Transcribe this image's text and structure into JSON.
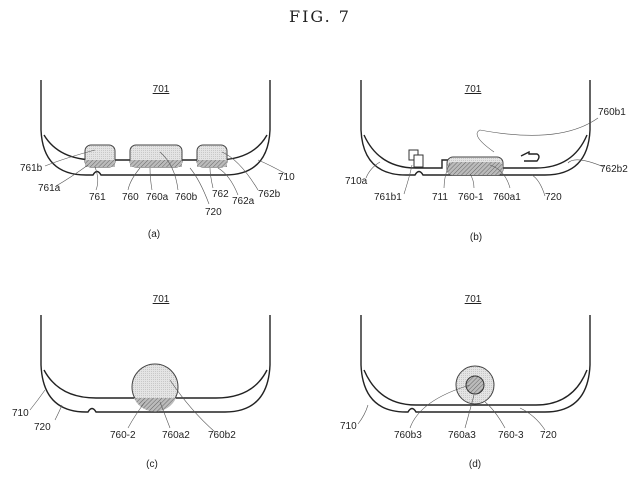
{
  "figure_title": "FIG. 7",
  "panels": {
    "a": {
      "ref": "701",
      "caption": "(a)",
      "labels": [
        "761b",
        "761a",
        "761",
        "760",
        "760a",
        "760b",
        "720",
        "762",
        "762a",
        "762b",
        "710"
      ]
    },
    "b": {
      "ref": "701",
      "caption": "(b)",
      "labels": [
        "760b1",
        "762b2",
        "710a",
        "761b1",
        "711",
        "760-1",
        "760a1",
        "720"
      ]
    },
    "c": {
      "ref": "701",
      "caption": "(c)",
      "labels": [
        "710",
        "720",
        "760-2",
        "760a2",
        "760b2"
      ]
    },
    "d": {
      "ref": "701",
      "caption": "(d)",
      "labels": [
        "710",
        "760b3",
        "760a3",
        "760-3",
        "720"
      ]
    }
  }
}
